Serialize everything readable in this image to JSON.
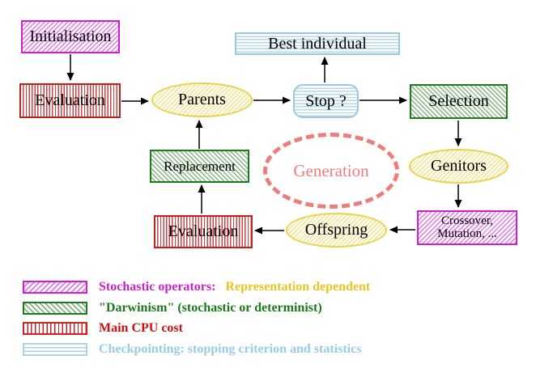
{
  "nodes": {
    "initialisation": "Initialisation",
    "evaluation_top": "Evaluation",
    "parents": "Parents",
    "best_individual": "Best individual",
    "stop": "Stop ?",
    "selection": "Selection",
    "genitors": "Genitors",
    "crossover_line1": "Crossover,",
    "crossover_line2": "Mutation, ...",
    "offspring": "Offspring",
    "evaluation_bottom": "Evaluation",
    "replacement": "Replacement",
    "generation": "Generation"
  },
  "legend": {
    "items": [
      {
        "swatch": "magenta-diagonal-hatch",
        "label": "Stochastic operators:",
        "suffix": "Representation dependent"
      },
      {
        "swatch": "green-diagonal-hatch",
        "label": "\"Darwinism\" (stochastic or determinist)"
      },
      {
        "swatch": "red-vertical-stripes",
        "label": "Main CPU cost"
      },
      {
        "swatch": "cyan-horizontal-stripes",
        "label": "Checkpointing: stopping criterion and statistics"
      }
    ]
  },
  "colors": {
    "stochastic_magenta": "#cc22cc",
    "darwinism_green": "#1e7a1e",
    "cpu_red": "#bb2222",
    "checkpoint_cyan": "#9cc8de",
    "population_yellow": "#e9d24f",
    "generation_salmon": "#ed7d7d",
    "representation_gold": "#e8c520",
    "arrow_black": "#000000"
  }
}
